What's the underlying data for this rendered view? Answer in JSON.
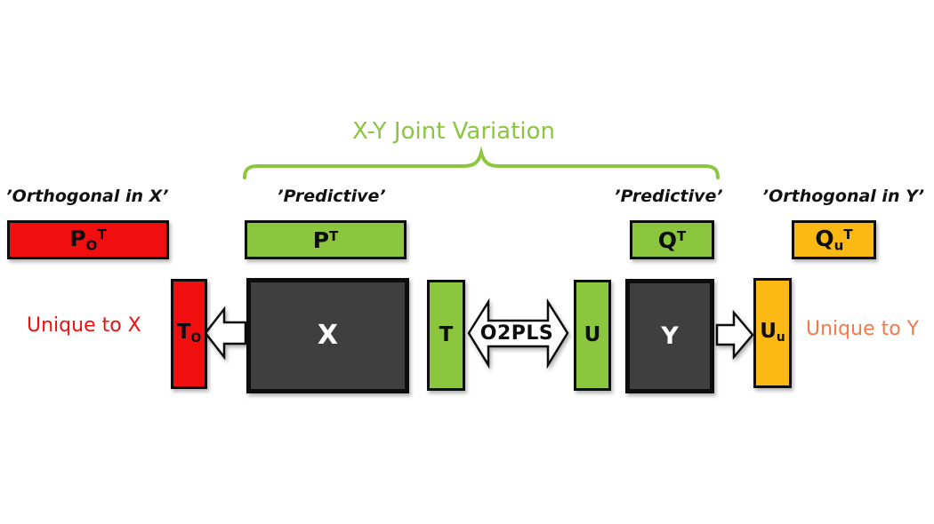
{
  "title": "X-Y Joint Variation",
  "region_labels": {
    "orthogonal_in_x": "’Orthogonal in X’",
    "predictive_left": "’Predictive’",
    "predictive_right": "’Predictive’",
    "orthogonal_in_y": "’Orthogonal in Y’"
  },
  "side_labels": {
    "unique_to_x": "Unique to X",
    "unique_to_y": "Unique to Y"
  },
  "loading_matrices": {
    "po": {
      "base": "P",
      "sub": "O",
      "sup": "T"
    },
    "p": {
      "base": "P",
      "sup": "T"
    },
    "q": {
      "base": "Q",
      "sup": "T"
    },
    "qu": {
      "base": "Q",
      "sub": "u",
      "sup": "T"
    }
  },
  "score_matrices": {
    "to": {
      "base": "T",
      "sub": "O"
    },
    "t": {
      "base": "T"
    },
    "u": {
      "base": "U"
    },
    "uu": {
      "base": "U",
      "sub": "u"
    }
  },
  "data_matrices": {
    "x": {
      "label": "X"
    },
    "y": {
      "label": "Y"
    }
  },
  "center_arrow_label": "O2PLS",
  "colors": {
    "joint_green": "#8CC63F",
    "unique_red": "#F00E0E",
    "unique_amber": "#FCB813",
    "data_gray": "#3F3F3F",
    "unique_to_x_text": "#F00E0E",
    "unique_to_y_text": "#F4784E",
    "outline_black": "#0D0D0D",
    "background": "#FFFFFF"
  }
}
